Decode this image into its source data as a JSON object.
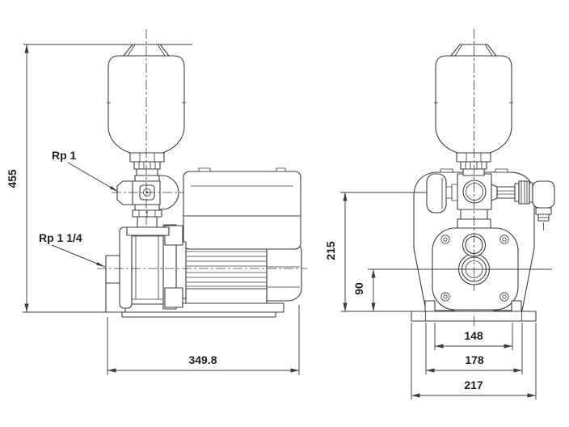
{
  "colors": {
    "background": "#ffffff",
    "line": "#3c3c3c",
    "text": "#1f1f1f"
  },
  "drawing": {
    "title": "Booster pump dimensional drawing, two orthographic views",
    "views": {
      "side": {
        "dims": {
          "overall_height": "455",
          "tank_port": "Rp 1",
          "inlet_port": "Rp 1 1/4",
          "overall_length": "349.8"
        }
      },
      "front": {
        "dims": {
          "outlet_height": "215",
          "plug_height": "90",
          "foot_span_inner": "148",
          "foot_span_outer": "178",
          "base_width": "217"
        }
      }
    }
  }
}
